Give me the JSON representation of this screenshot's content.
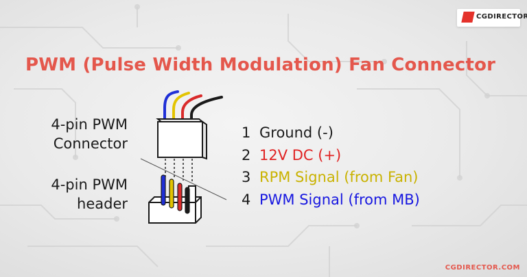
{
  "brand": {
    "logo_text": "CGDIRECTOR",
    "footer_text": "CGDIRECTOR.COM"
  },
  "title": "PWM (Pulse Width Modulation) Fan Connector",
  "labels": {
    "connector": [
      "4-pin PWM",
      "Connector"
    ],
    "header": [
      "4-pin PWM",
      "header"
    ]
  },
  "pins": [
    {
      "number": "1",
      "label": "Ground (-)",
      "color": "#1a1a1a"
    },
    {
      "number": "2",
      "label": "12V DC (+)",
      "color": "#e02222"
    },
    {
      "number": "3",
      "label": "RPM Signal (from Fan)",
      "color": "#c9b200"
    },
    {
      "number": "4",
      "label": "PWM Signal (from MB)",
      "color": "#1616e0"
    }
  ],
  "colors": {
    "accent": "#e4574c",
    "wire_blue": "#1f2fd6",
    "wire_yellow": "#e3c400",
    "wire_red": "#d92a2a",
    "wire_black": "#1a1a1a"
  }
}
